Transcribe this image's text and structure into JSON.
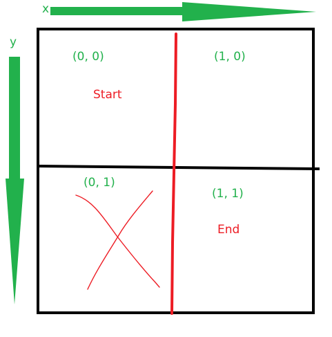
{
  "axes": {
    "x_label": "x",
    "y_label": "y"
  },
  "cells": {
    "c00": "(0, 0)",
    "c10": "(1, 0)",
    "c01": "(0, 1)",
    "c11": "(1, 1)"
  },
  "markers": {
    "start": "Start",
    "end": "End"
  },
  "colors": {
    "axis_green": "#22b14c",
    "label_green": "#22b14c",
    "wall_red": "#ed1c24",
    "grid_black": "#000000"
  },
  "icons": {
    "blocked_cell": "x-mark-icon",
    "x_axis": "arrow-right-icon",
    "y_axis": "arrow-down-icon"
  }
}
